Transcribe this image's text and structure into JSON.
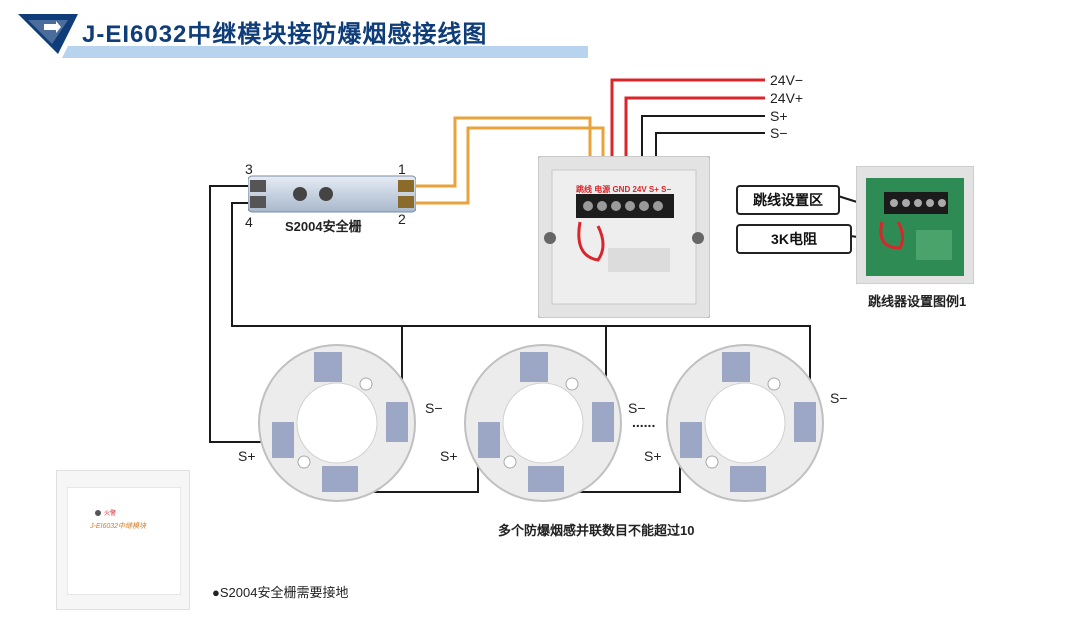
{
  "header": {
    "title": "J-EI6032中继模块接防爆烟感接线图",
    "logo_icon": "arrow-logo-icon",
    "colors": {
      "navy": "#0f3d7a",
      "light_blue": "#b7d3ee"
    }
  },
  "barrier": {
    "label": "S2004安全栅",
    "terminal_numbers": [
      "1",
      "2",
      "3",
      "4"
    ]
  },
  "module": {
    "terminal_label": "跳线 电源 GND 24V S+ S−"
  },
  "wire_labels": [
    "24V−",
    "24V+",
    "S+",
    "S−"
  ],
  "jumper": {
    "callouts": [
      "跳线设置区",
      "3K电阻"
    ],
    "caption": "跳线器设置图例1"
  },
  "detectors": {
    "s_minus": "S−",
    "s_plus": "S+",
    "ellipsis": "......",
    "caption": "多个防爆烟感并联数目不能超过10"
  },
  "panel_label": "J-EI6032中继模块",
  "panel_indicator": "火警",
  "note": "●S2004安全栅需要接地",
  "wire_colors": {
    "orange": "#e8a33a",
    "red": "#d8262b",
    "black": "#1a1a1a"
  }
}
